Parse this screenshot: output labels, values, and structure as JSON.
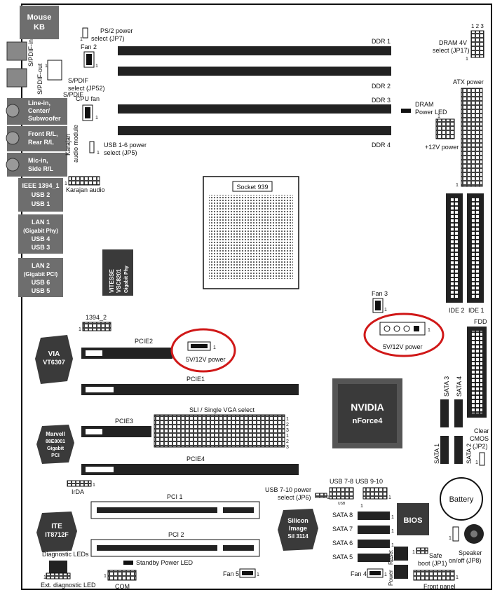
{
  "ports": {
    "mouse_kb": [
      "Mouse",
      "KB"
    ],
    "spdif_in": "S/PDIF-in",
    "spdif_out": "S/PDIF-out",
    "line_in": [
      "Line-in,",
      "Center/",
      "Subwoofer"
    ],
    "front_rl": [
      "Front R/L,",
      "Rear R/L"
    ],
    "mic_in": [
      "Mic-in,",
      "Side R/L"
    ],
    "ieee1394": [
      "IEEE 1394_1",
      "USB 2",
      "USB 1"
    ],
    "lan1": [
      "LAN 1",
      "(Gigabit Phy)",
      "USB 4",
      "USB 3"
    ],
    "lan2": [
      "LAN 2",
      "(Gigabit PCI)",
      "USB 6",
      "USB 5"
    ]
  },
  "labels": {
    "ps2_power": [
      "PS/2 power",
      "select (JP7)"
    ],
    "fan2": "Fan 2",
    "spdif_select": [
      "S/PDIF",
      "select (JP52)",
      "S/PDIF"
    ],
    "cpu_fan": "CPU fan",
    "karajan_module": [
      "Karajan",
      "audio module"
    ],
    "usb16_power": [
      "USB 1-6 power",
      "select (JP5)"
    ],
    "karajan_audio": "Karajan audio",
    "ddr1": "DDR 1",
    "ddr2": "DDR 2",
    "ddr3": "DDR 3",
    "ddr4": "DDR 4",
    "dram_led": [
      "DRAM",
      "Power LED"
    ],
    "dram4v": [
      "DRAM 4V",
      "select (JP17)"
    ],
    "jp17_nums": "1 2 3",
    "atx_power": "ATX power",
    "v12_power": "+12V power",
    "socket": "Socket 939",
    "vitesse": [
      "VITESSE",
      "VSC8201",
      "Gigabit Phy"
    ],
    "ide2": "IDE 2",
    "ide1": "IDE 1",
    "fan3": "Fan 3",
    "power5v12v": "5V/12V power",
    "fdd": "FDD",
    "h1394_2": "1394_2",
    "via": [
      "VIA",
      "VT6307"
    ],
    "pcie2": "PCIE2",
    "pcie1": "PCIE1",
    "sli": "SLI / Single VGA select",
    "pcie3": "PCIE3",
    "pcie4": "PCIE4",
    "marvell": [
      "Marvell",
      "88E8001",
      "Gigabit",
      "PCI"
    ],
    "nvidia": [
      "NVIDIA",
      "nForce4"
    ],
    "sata3": "SATA 3",
    "sata4": "SATA 4",
    "sata1": "SATA 1",
    "sata2": "SATA 2",
    "clear_cmos": [
      "Clear",
      "CMOS",
      "(JP2)"
    ],
    "irda": "IrDA",
    "usb710_power": [
      "USB 7-10 power",
      "select (JP6)"
    ],
    "usb78": "USB 7-8",
    "usb910": "USB 9-10",
    "usb_small": "USB",
    "battery": "Battery",
    "pci1": "PCI 1",
    "pci2": "PCI 2",
    "ite": [
      "ITE",
      "IT8712F"
    ],
    "silicon": [
      "Silicon",
      "Image",
      "Sil 3114"
    ],
    "sata8": "SATA 8",
    "sata7": "SATA 7",
    "sata6": "SATA 6",
    "sata5": "SATA 5",
    "bios": "BIOS",
    "diag_leds": "Diagnostic LEDs",
    "standby_led": "Standby Power LED",
    "safe_boot": [
      "Safe",
      "boot (JP1)"
    ],
    "speaker": [
      "Speaker",
      "on/off (JP8)"
    ],
    "power": "Power",
    "reset": "Reset",
    "fan5": "Fan 5",
    "fan4": "Fan 4",
    "ext_diag": "Ext. diagnostic LED",
    "com": "COM",
    "front_panel": "Front panel",
    "pin1": "1",
    "pin2": "2",
    "pin3": "3"
  },
  "colors": {
    "board_outline": "#111111",
    "port_block": "#6e6e6e",
    "chip": "#3a3a3a",
    "highlight_ring": "#d01818",
    "slot": "#222222",
    "pin_grid": "#111111"
  }
}
